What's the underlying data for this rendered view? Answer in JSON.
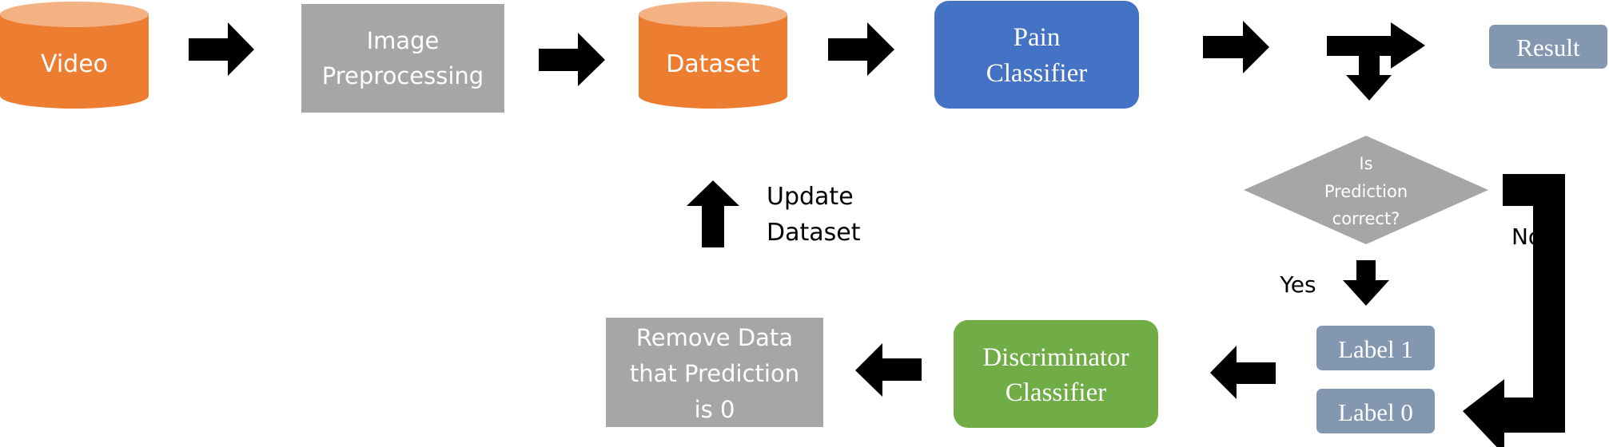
{
  "colors": {
    "orange": "#ED7D31",
    "orange_top": "#F4B183",
    "gray": "#A6A6A6",
    "blue": "#4472C4",
    "slate": "#8497B0",
    "green": "#70AD47",
    "arrow": "#000000"
  },
  "nodes": {
    "video": "Video",
    "image_preprocessing": [
      "Image",
      "Preprocessing"
    ],
    "dataset": "Dataset",
    "pain_classifier": [
      "Pain",
      "Classifier"
    ],
    "result": "Result",
    "decision": [
      "Is",
      "Prediction",
      "correct?"
    ],
    "label_1": "Label 1",
    "label_0": "Label 0",
    "discriminator_classifier": [
      "Discriminator",
      "Classifier"
    ],
    "remove_data": [
      "Remove Data",
      "that Prediction",
      "is 0"
    ]
  },
  "labels": {
    "update_dataset": [
      "Update",
      "Dataset"
    ],
    "no": "No",
    "yes": "Yes"
  }
}
